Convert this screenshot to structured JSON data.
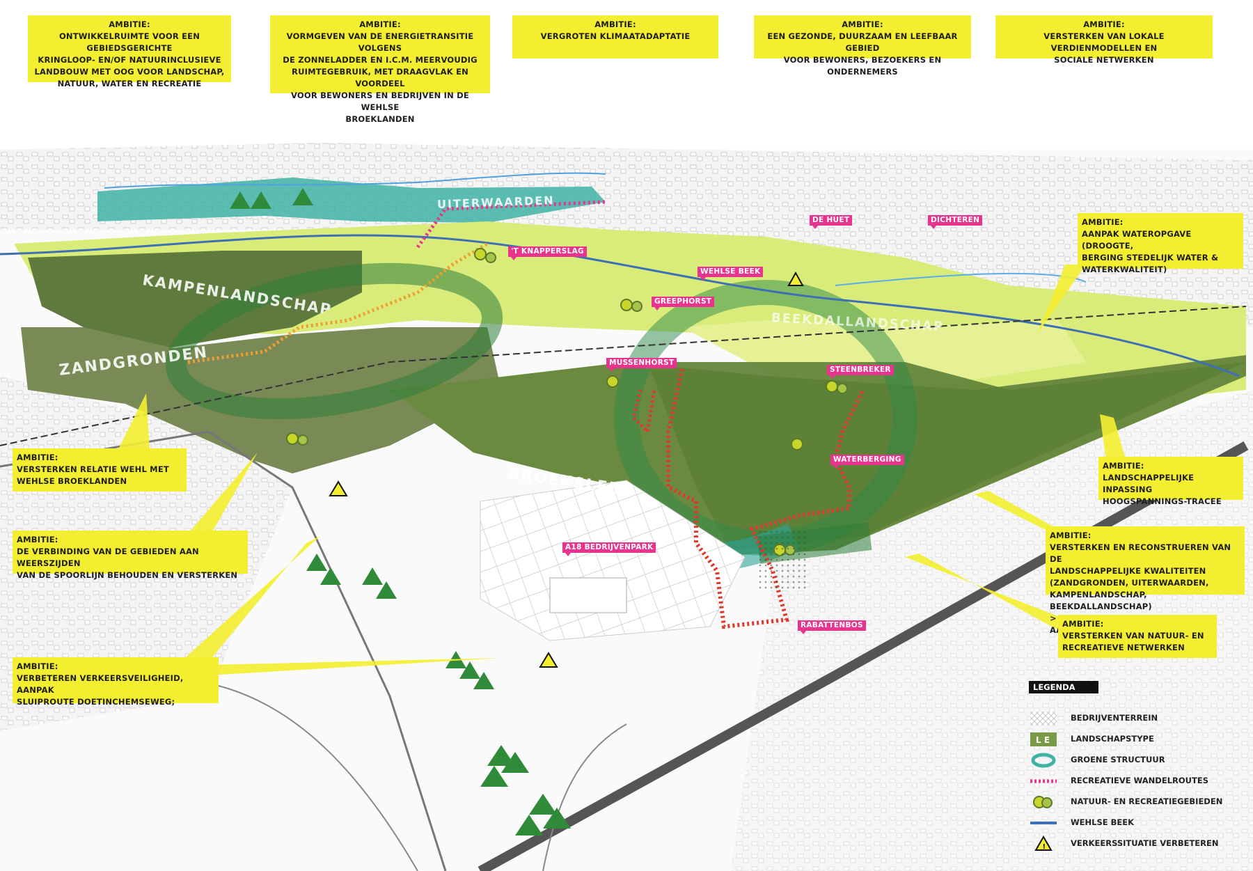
{
  "colors": {
    "ambition_yellow": "#f4ee30",
    "dark_green": "#5e7a3c",
    "light_green": "#d9ec7a",
    "teal": "#3fb3a4",
    "place_pink": "#e8338f",
    "route_red": "#e0392b",
    "beek_blue": "#3d6fb5"
  },
  "top_ambitions": [
    {
      "title": "AMBITIE:",
      "body": "ONTWIKKELRUIMTE VOOR EEN GEBIEDSGERICHTE\nKRINGLOOP- EN/OF NATUURINCLUSIEVE\nLANDBOUW MET OOG VOOR LANDSCHAP,\nNATUUR, WATER EN RECREATIE"
    },
    {
      "title": "AMBITIE:",
      "body": "VORMGEVEN VAN DE ENERGIETRANSITIE VOLGENS\nDE ZONNELADDER EN I.C.M. MEERVOUDIG\nRUIMTEGEBRUIK, MET DRAAGVLAK EN VOORDEEL\nVOOR BEWONERS EN BEDRIJVEN IN DE WEHLSE\nBROEKLANDEN"
    },
    {
      "title": "AMBITIE:",
      "body": "VERGROTEN KLIMAATADAPTATIE"
    },
    {
      "title": "AMBITIE:",
      "body": "EEN GEZONDE, DUURZAAM EN LEEFBAAR GEBIED\nVOOR BEWONERS, BEZOEKERS EN ONDERNEMERS"
    },
    {
      "title": "AMBITIE:",
      "body": "VERSTERKEN VAN LOKALE VERDIENMODELLEN EN\nSOCIALE NETWERKEN"
    }
  ],
  "side_ambitions": {
    "wateropgave": {
      "title": "AMBITIE:",
      "body": "AANPAK WATEROPGAVE (DROOGTE,\nBERGING STEDELIJK WATER &\nWATERKWALITEIT)"
    },
    "relatie": {
      "title": "AMBITIE:",
      "body": "VERSTERKEN RELATIE WEHL MET\nWEHLSE BROEKLANDEN"
    },
    "hoogspanning": {
      "title": "AMBITIE:",
      "body": "LANDSCHAPPELIJKE INPASSING\nHOOGSPANNINGS-TRACEE"
    },
    "verbinding": {
      "title": "AMBITIE:",
      "body": "DE VERBINDING VAN DE GEBIEDEN AAN WEERSZIJDEN\nVAN DE SPOORLIJN BEHOUDEN EN VERSTERKEN"
    },
    "kwaliteiten": {
      "title": "AMBITIE:",
      "body": "VERSTERKEN EN RECONSTRUEREN VAN DE\nLANDSCHAPPELIJKE KWALITEITEN\n(ZANDGRONDEN, UITERWAARDEN,\nKAMPENLANDSCHAP, BEEKDALLANDSCHAP)\n> KLEINSCHALIG, DIVERS EN AANTREKKELIJK"
    },
    "netwerken": {
      "title": "AMBITIE:",
      "body": "VERSTERKEN VAN NATUUR- EN\nRECREATIEVE NETWERKEN"
    },
    "verkeer": {
      "title": "AMBITIE:",
      "body": "VERBETEREN VERKEERSVEILIGHEID, AANPAK\nSLUIPROUTE DOETINCHEMSEWEG;"
    }
  },
  "places": {
    "de_huet": "DE HUET",
    "dichteren": "DICHTEREN",
    "knapperslag": "'T KNAPPERSLAG",
    "wehlse_beek": "WEHLSE BEEK",
    "greephorst": "GREEPHORST",
    "mussenhorst": "MUSSENHORST",
    "steenbreker": "STEENBREKER",
    "waterberging": "WATERBERGING",
    "a18": "A18 BEDRIJVENPARK",
    "rabattenbos": "RABATTENBOS"
  },
  "landscapes": {
    "uiterwaarden": "UITERWAARDEN",
    "kampen": "KAMPENLANDSCHAP",
    "zandgronden": "ZANDGRONDEN",
    "beekdal": "BEEKDALLANDSCHAP",
    "sleeg": "BROEKSLEEG"
  },
  "legend": {
    "title": "LEGENDA",
    "items": [
      {
        "label": "BEDRIJVENTERREIN",
        "icon": "hatch-icon"
      },
      {
        "label": "LANDSCHAPSTYPE",
        "icon": "landscape-type-icon"
      },
      {
        "label": "GROENE STRUCTUUR",
        "icon": "green-ring-icon"
      },
      {
        "label": "RECREATIEVE WANDELROUTES",
        "icon": "dotted-route-icon"
      },
      {
        "label": "NATUUR- EN RECREATIEGEBIEDEN",
        "icon": "tree-cluster-icon"
      },
      {
        "label": "WEHLSE BEEK",
        "icon": "blue-line-icon"
      },
      {
        "label": "VERKEERSSITUATIE VERBETEREN",
        "icon": "warning-triangle-icon"
      }
    ]
  }
}
